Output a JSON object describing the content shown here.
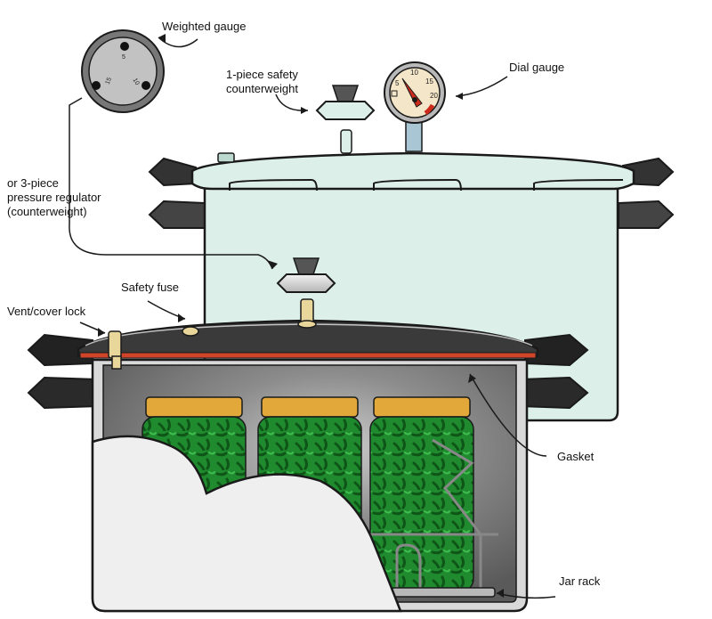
{
  "labels": {
    "weighted_gauge": "Weighted gauge",
    "one_piece": "1-piece safety\ncounterweight",
    "dial_gauge": "Dial gauge",
    "three_piece": "or 3-piece\npressure regulator\n(counterweight)",
    "safety_fuse": "Safety fuse",
    "vent_lock": "Vent/cover lock",
    "gasket": "Gasket",
    "jar_rack": "Jar rack"
  },
  "weighted_gauge_marks": [
    "5",
    "10",
    "15"
  ],
  "dial_gauge_marks": [
    "5",
    "10",
    "15",
    "20"
  ],
  "colors": {
    "outline": "#1a1a1a",
    "back_pot": "#dcefe9",
    "handle": "#333333",
    "lid_dark": "#3a3a3a",
    "gasket": "#d0452a",
    "jar_lid": "#e3a83a",
    "beans": "#1f8a2e",
    "dial_face": "#f4e6c8",
    "dial_needle": "#cc2a1a",
    "metal": "#c8c8c8"
  }
}
